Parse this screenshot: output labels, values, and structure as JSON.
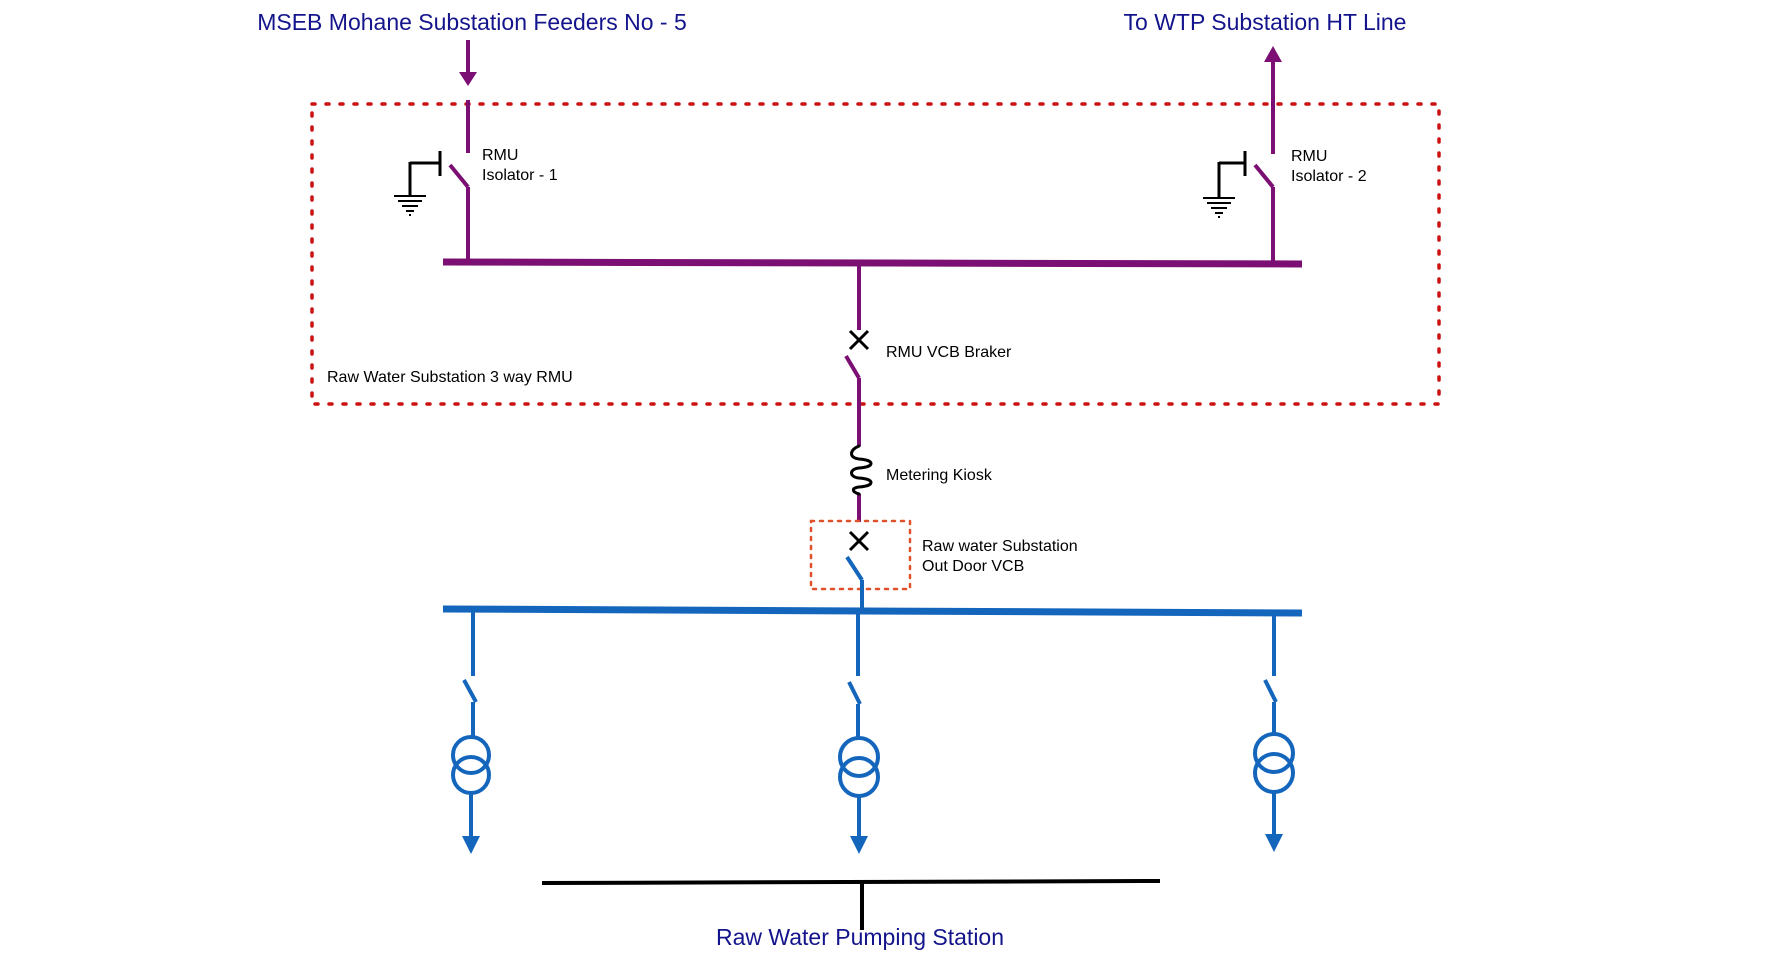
{
  "colors": {
    "ht_line": "#7b0f73",
    "lt_line": "#1466bd",
    "ground": "#000000",
    "rmu_boundary": "#cc1111",
    "vcb_boundary": "#e0502a",
    "title_text": "#14148c",
    "label_text": "#000000"
  },
  "titles": {
    "incoming_feeder": "MSEB Mohane Substation Feeders No - 5",
    "outgoing_line": "To WTP Substation HT Line",
    "pumping_station": "Raw Water Pumping Station"
  },
  "labels": {
    "isolator_1": [
      "RMU",
      "Isolator - 1"
    ],
    "isolator_2": [
      "RMU",
      "Isolator - 2"
    ],
    "rmu_vcb": "RMU VCB Braker",
    "rmu_group": "Raw Water Substation 3 way RMU",
    "metering": "Metering Kiosk",
    "outdoor_vcb": [
      "Raw water Substation",
      "Out Door VCB"
    ]
  },
  "icons": {
    "isolator": "isolator-switch-icon",
    "earth_switch": "earth-ground-icon",
    "breaker": "vcb-breaker-icon",
    "metering": "metering-coil-icon",
    "transformer": "transformer-icon",
    "arrow": "arrow-icon"
  }
}
